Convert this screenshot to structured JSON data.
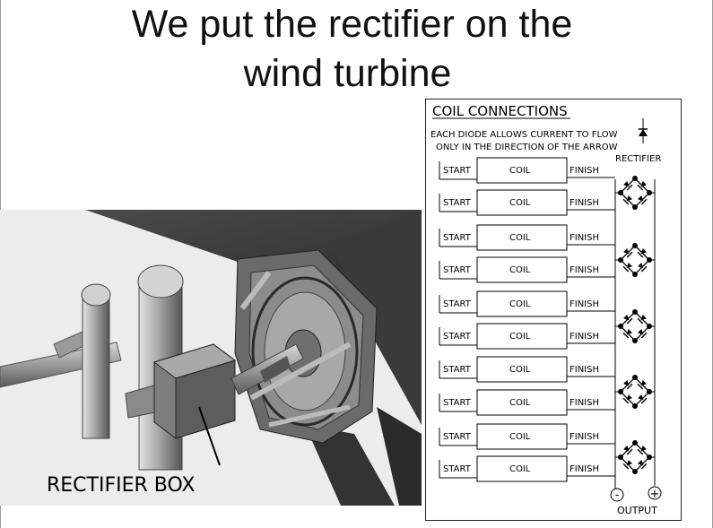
{
  "title": {
    "line1": "We put the rectifier on the",
    "line2": "wind turbine"
  },
  "render": {
    "label": "RECTIFIER BOX"
  },
  "diagram": {
    "heading": "COIL CONNECTIONS",
    "note_line1": "EACH DIODE ALLOWS CURRENT TO FLOW",
    "note_line2": "ONLY IN THE DIRECTION OF THE ARROW",
    "rectifier_label": "RECTIFIER",
    "coil_rows": [
      {
        "start": "START",
        "coil": "COIL",
        "finish": "FINISH"
      },
      {
        "start": "START",
        "coil": "COIL",
        "finish": "FINISH"
      },
      {
        "start": "START",
        "coil": "COIL",
        "finish": "FINISH"
      },
      {
        "start": "START",
        "coil": "COIL",
        "finish": "FINISH"
      },
      {
        "start": "START",
        "coil": "COIL",
        "finish": "FINISH"
      },
      {
        "start": "START",
        "coil": "COIL",
        "finish": "FINISH"
      },
      {
        "start": "START",
        "coil": "COIL",
        "finish": "FINISH"
      },
      {
        "start": "START",
        "coil": "COIL",
        "finish": "FINISH"
      },
      {
        "start": "START",
        "coil": "COIL",
        "finish": "FINISH"
      },
      {
        "start": "START",
        "coil": "COIL",
        "finish": "FINISH"
      }
    ],
    "minus_symbol": "-",
    "plus_symbol": "+",
    "output_label": "OUTPUT"
  }
}
